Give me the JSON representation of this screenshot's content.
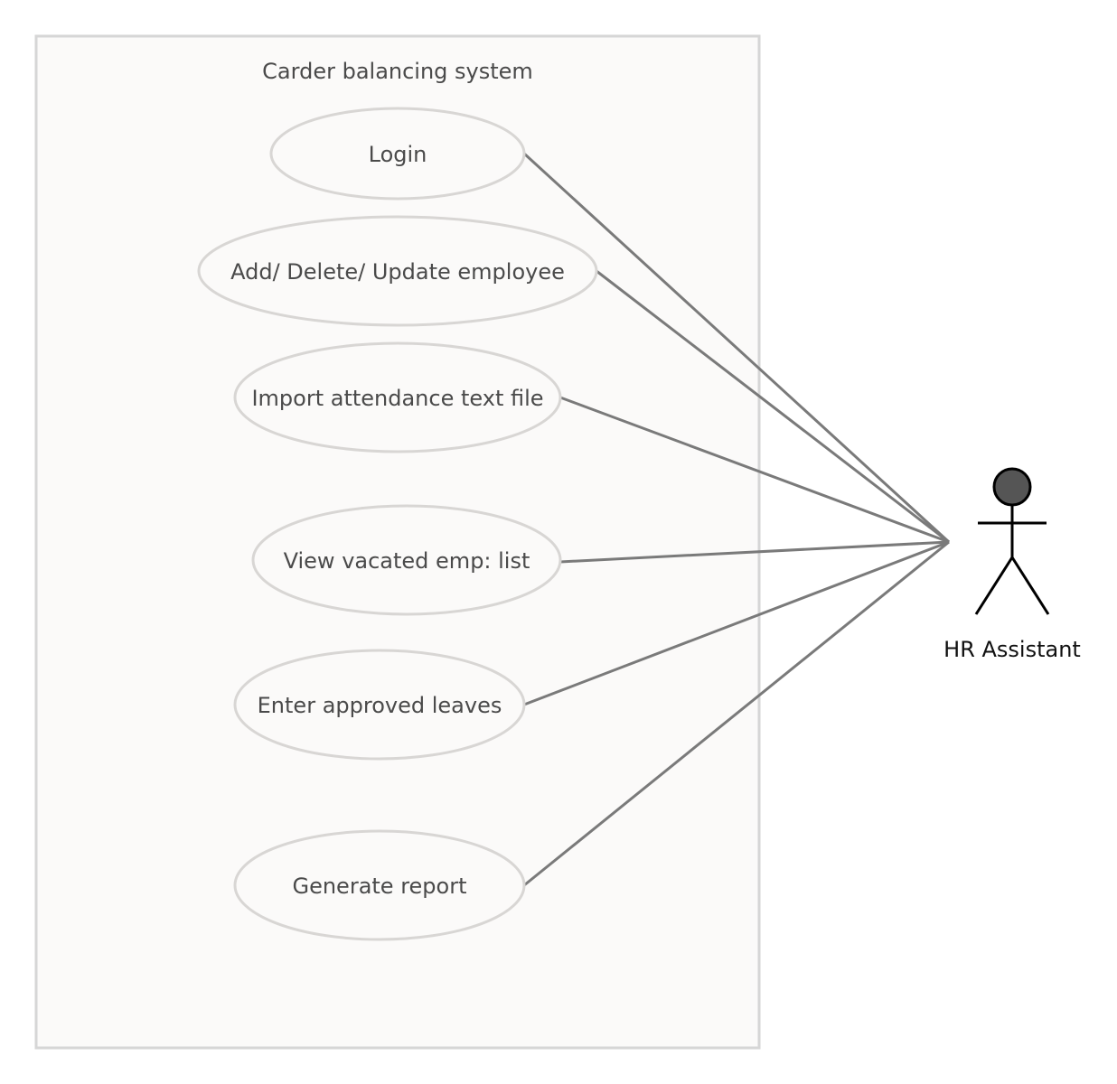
{
  "system": {
    "title": "Carder balancing system"
  },
  "use_cases": [
    {
      "label": "Login"
    },
    {
      "label": "Add/ Delete/ Update employee"
    },
    {
      "label": "Import attendance text file"
    },
    {
      "label": "View vacated emp: list"
    },
    {
      "label": "Enter approved leaves"
    },
    {
      "label": "Generate report"
    }
  ],
  "actor": {
    "label": "HR Assistant"
  },
  "colors": {
    "boundary_fill": "#fbfaf9",
    "boundary_stroke": "#d6d6d6",
    "ellipse_stroke": "#d8d6d4",
    "connector": "#7a7a7a",
    "actor_head": "#555555",
    "actor_stroke": "#000000"
  }
}
